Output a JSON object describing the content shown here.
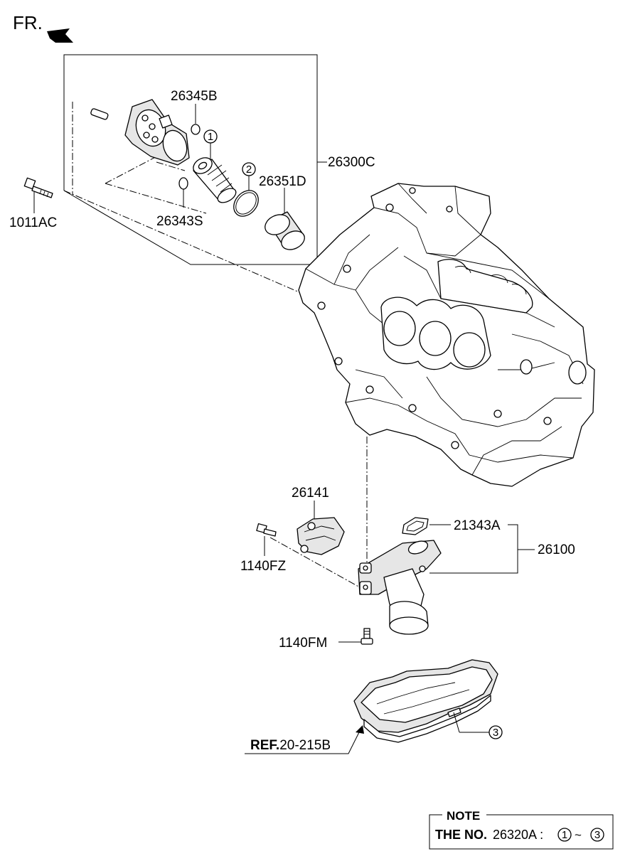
{
  "header": {
    "fr_label": "FR."
  },
  "parts": {
    "p26345B": "26345B",
    "p26300C": "26300C",
    "p26351D": "26351D",
    "p1011AC": "1011AC",
    "p26343S": "26343S",
    "p26141": "26141",
    "p21343A": "21343A",
    "p26100": "26100",
    "p1140FZ": "1140FZ",
    "p1140FM": "1140FM"
  },
  "callouts": {
    "c1": "1",
    "c2": "2",
    "c3": "3"
  },
  "ref": {
    "prefix": "REF.",
    "code": "20-215B"
  },
  "note": {
    "title": "NOTE",
    "prefix": "THE NO.",
    "code": "26320A :",
    "from": "1",
    "sep": "~",
    "to": "3"
  }
}
